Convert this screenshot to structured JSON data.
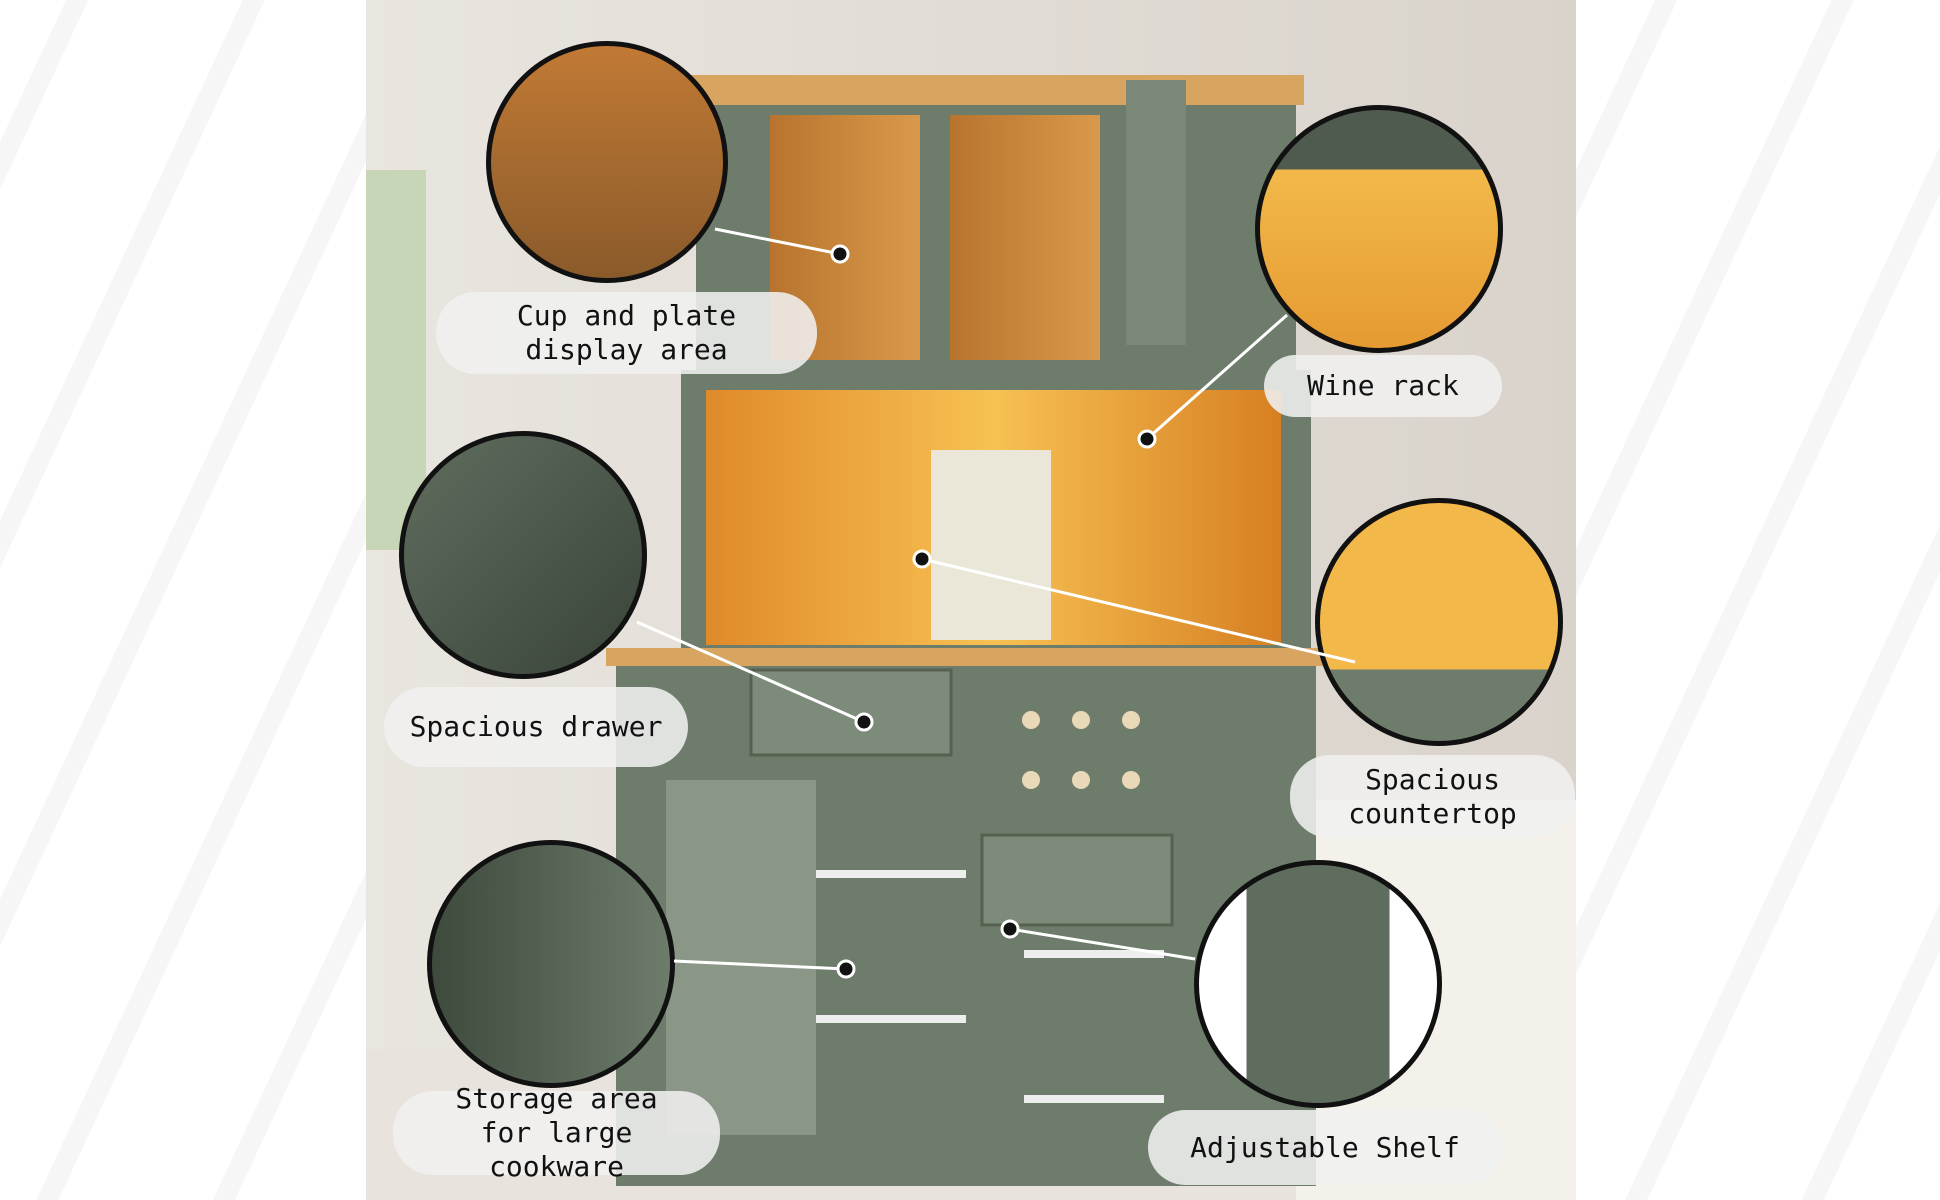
{
  "callouts": {
    "cup_plate": "Cup and plate display area",
    "wine_rack": "Wine rack",
    "drawer": "Spacious drawer",
    "countertop": "Spacious countertop",
    "storage": "Storage area for large cookware",
    "shelf": "Adjustable Shelf"
  },
  "colors": {
    "cabinet_green": "#6e7c6c",
    "wood": "#c98a3c",
    "countertop": "#d8a560",
    "light": "#f3b340"
  }
}
